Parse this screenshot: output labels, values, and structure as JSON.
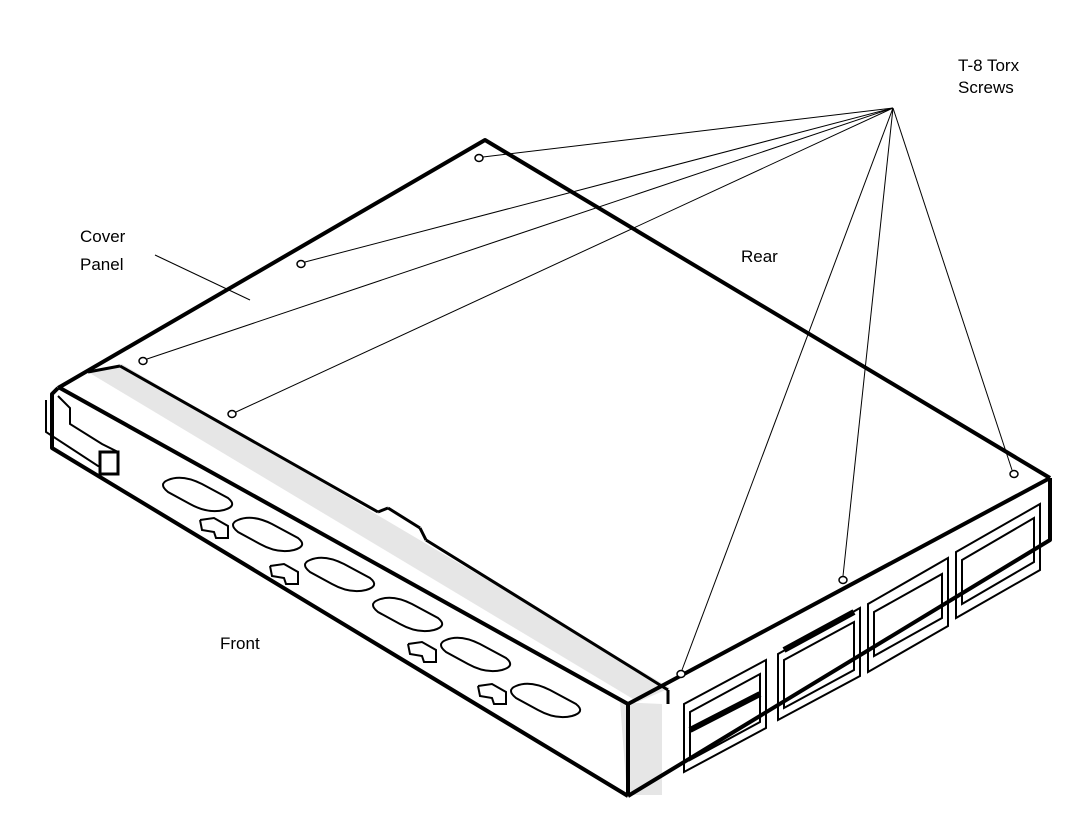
{
  "labels": {
    "screws_line1": "T-8 Torx",
    "screws_line2": "Screws",
    "cover_line1": "Cover",
    "cover_line2": "Panel",
    "rear": "Rear",
    "front": "Front"
  },
  "colors": {
    "line": "#000000",
    "band": "#e6e6e6",
    "background": "#ffffff"
  }
}
